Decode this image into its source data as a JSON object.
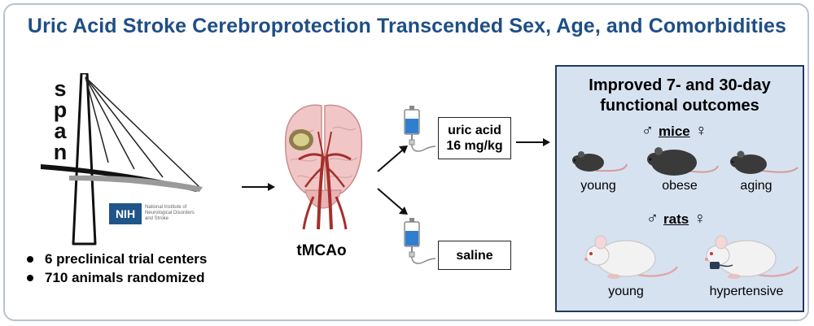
{
  "title": "Uric Acid Stroke Cerebroprotection Transcended Sex, Age, and Comorbidities",
  "span_logo": {
    "letters": [
      "s",
      "p",
      "a",
      "n"
    ]
  },
  "nih": {
    "mark": "NIH",
    "lines": [
      "National Institute of",
      "Neurological Disorders",
      "and Stroke"
    ]
  },
  "bullets": [
    "6 preclinical trial centers",
    "710 animals randomized"
  ],
  "model_label": "tMCAo",
  "treatments": [
    {
      "line1": "uric acid",
      "line2": "16 mg/kg"
    },
    {
      "line1": "saline"
    }
  ],
  "outcomes": {
    "title_line1": "Improved 7- and 30-day",
    "title_line2": "functional outcomes",
    "mice": {
      "male_symbol": "♂",
      "label": "mice",
      "female_symbol": "♀",
      "animals": [
        "young",
        "obese",
        "aging"
      ]
    },
    "rats": {
      "male_symbol": "♂",
      "label": "rats",
      "female_symbol": "♀",
      "animals": [
        "young",
        "hypertensive"
      ]
    }
  },
  "colors": {
    "title": "#1f4e86",
    "panel_bg": "#d7e2f1",
    "panel_border": "#1f3a5f",
    "frame_border": "#b7c3d3",
    "iv_fluid": "#2f7fd0"
  }
}
